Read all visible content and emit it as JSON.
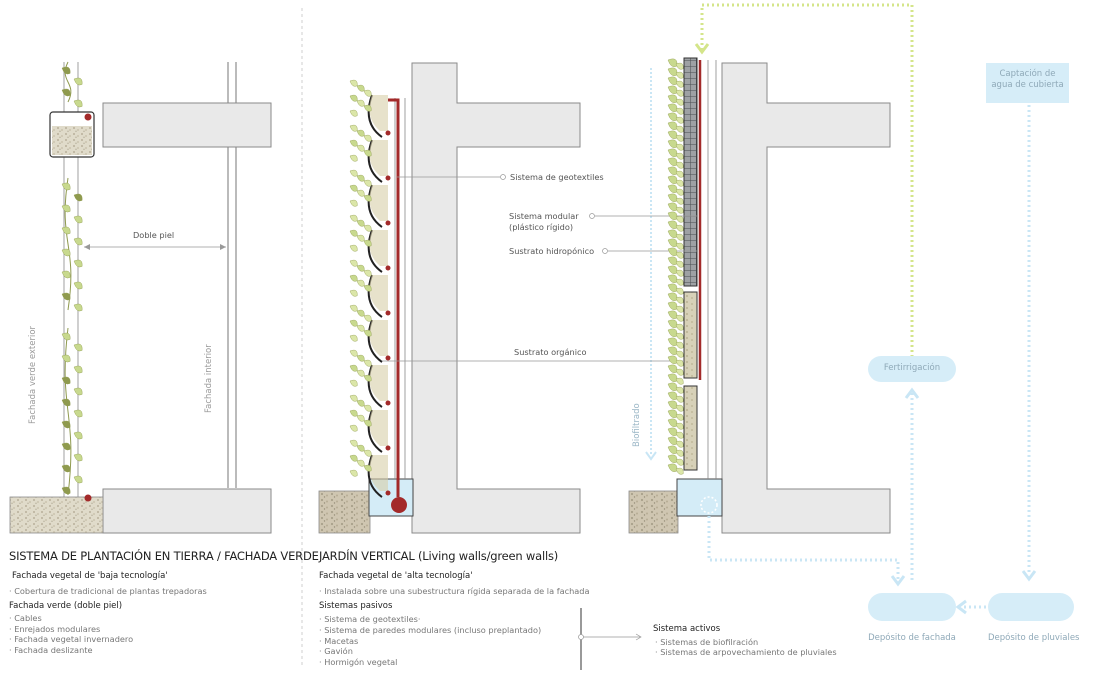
{
  "labels": {
    "doble_piel": "Doble piel",
    "fachada_verde_exterior": "Fachada verde exterior",
    "fachada_interior": "Fachada interior",
    "sistema_geotextiles": "Sistema  de geotextiles",
    "sistema_modular": "Sistema  modular",
    "plastico_rigido": "(plástico rígido)",
    "sustrato_hidroponico": "Sustrato hidropónico",
    "sustrato_organico": "Sustrato orgánico",
    "biofiltrado": "Biofiltrado",
    "captacion_line1": "Captación de",
    "captacion_line2": "agua de cubierta",
    "fertirrigacion": "Fertirrigación",
    "deposito_fachada": "Depósito de fachada",
    "deposito_pluviales": "Depósito de pluviales"
  },
  "section1": {
    "title": "SISTEMA DE PLANTACIÓN EN TIERRA / FACHADA VERDE",
    "subtitle": "Fachada vegetal de 'baja tecnología'",
    "items1": [
      "· Cobertura de tradicional de plantas trepadoras"
    ],
    "heading2": "Fachada verde (doble piel)",
    "items2": [
      "· Cables",
      "· Enrejados modulares",
      "· Fachada vegetal invernadero",
      "· Fachada deslizante"
    ]
  },
  "section2": {
    "title": "JARDÍN VERTICAL (Living walls/green walls)",
    "subtitle": "Fachada vegetal de 'alta  tecnología'",
    "items1": [
      "· Instalada sobre una subestructura rígida separada de la fachada"
    ],
    "heading2": "Sistemas pasivos",
    "items2": [
      "· Sistema de geotextiles·",
      "· Sistema de paredes modulares (incluso preplantado)",
      "· Macetas",
      "· Gavión",
      "· Hormigón vegetal"
    ],
    "heading3": "Sistema activos",
    "items3": [
      "· Sistemas de biofilración",
      "· Sistemas de arpovechamiento de pluviales"
    ]
  },
  "colors": {
    "wall": "#e9e9e9",
    "wall_stroke": "#8a8a8a",
    "leaf": "#c8d98e",
    "leaf_dark": "#8f9a4e",
    "pipe": "#a32a2a",
    "water": "#d4ecf7",
    "soil": "#d8d2c0",
    "dotted_green": "#d4e58a",
    "dotted_blue": "#c9e6f5",
    "pill": "#d6edf8"
  }
}
